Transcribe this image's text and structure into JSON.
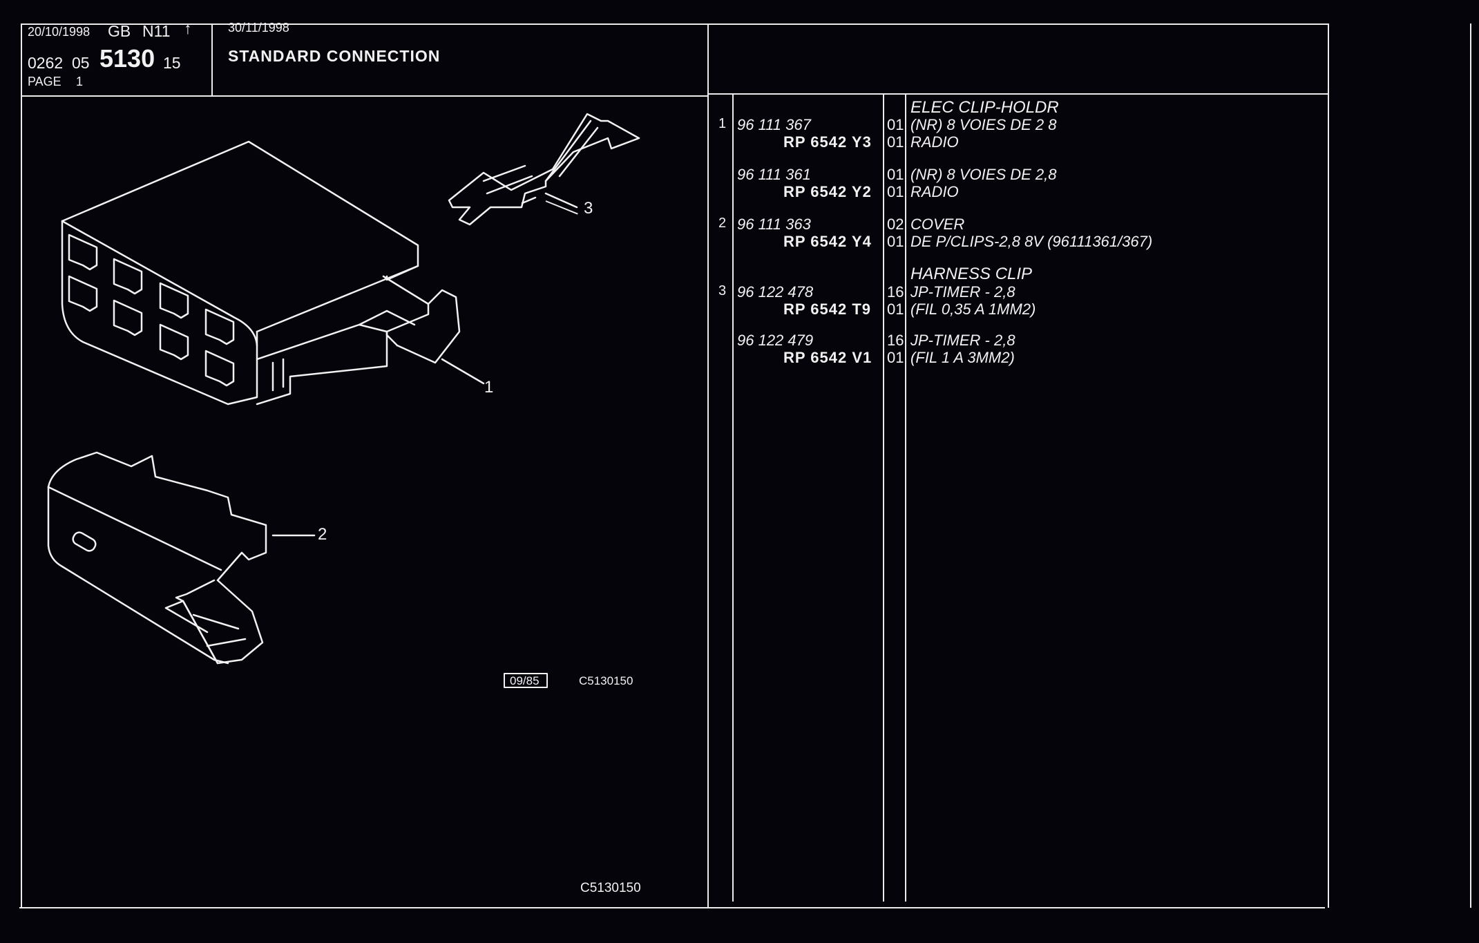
{
  "header": {
    "date": "20/10/1998",
    "lang": "GB",
    "model": "N11",
    "arrow": "↑",
    "code_a": "0262",
    "code_b": "05",
    "group": "5130",
    "code_c": "15",
    "page_label": "PAGE",
    "page_num": "1",
    "date2": "30/11/1998",
    "title": "STANDARD CONNECTION"
  },
  "callouts": {
    "c1": "1",
    "c2": "2",
    "c3": "3"
  },
  "drawing_refs": {
    "stamp": "09/85",
    "code_small": "C5130150",
    "code_bottom": "C5130150"
  },
  "parts": [
    {
      "item": "",
      "ref1": "",
      "ref2": "",
      "qty1": "",
      "qty2": "",
      "desc1": "ELEC CLIP-HOLDR",
      "desc2": ""
    },
    {
      "item": "1",
      "ref1": "96 111 367",
      "ref2": "RP 6542 Y3",
      "qty1": "01",
      "qty2": "01",
      "desc1": "(NR) 8 VOIES DE 2 8",
      "desc2": "RADIO"
    },
    {
      "item": "",
      "ref1": "96 111 361",
      "ref2": "RP 6542 Y2",
      "qty1": "01",
      "qty2": "01",
      "desc1": "(NR) 8 VOIES DE 2,8",
      "desc2": "RADIO"
    },
    {
      "item": "2",
      "ref1": "96 111 363",
      "ref2": "RP 6542 Y4",
      "qty1": "02",
      "qty2": "01",
      "desc1": "COVER",
      "desc2": "DE P/CLIPS-2,8 8V (96111361/367)"
    },
    {
      "item": "",
      "ref1": "",
      "ref2": "",
      "qty1": "",
      "qty2": "",
      "desc1": "HARNESS CLIP",
      "desc2": ""
    },
    {
      "item": "3",
      "ref1": "96 122 478",
      "ref2": "RP 6542 T9",
      "qty1": "16",
      "qty2": "01",
      "desc1": "JP-TIMER - 2,8",
      "desc2": "(FIL 0,35 A 1MM2)"
    },
    {
      "item": "",
      "ref1": "96 122 479",
      "ref2": "RP 6542 V1",
      "qty1": "16",
      "qty2": "01",
      "desc1": "JP-TIMER - 2,8",
      "desc2": "(FIL 1 A 3MM2)"
    }
  ]
}
